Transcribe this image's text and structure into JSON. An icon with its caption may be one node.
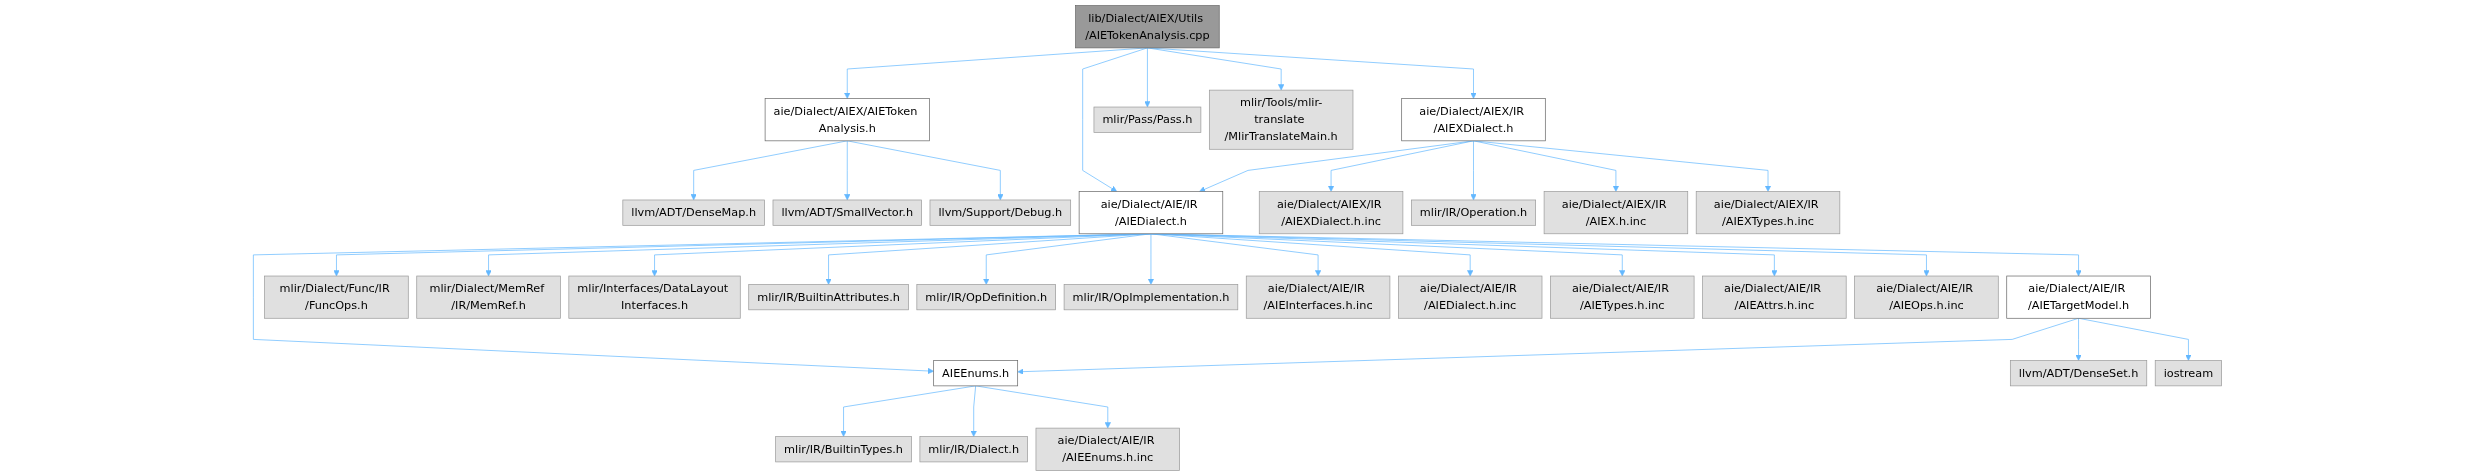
{
  "diagram": {
    "nodes": [
      {
        "text": [
          "lib/Dialect/AIEX/Utils /AIETokenAnalysis.cpp"
        ]
      },
      {
        "text": [
          "aie/Dialect/AIEX/AIEToken Analysis.h"
        ]
      },
      {
        "text": [
          "aie/Dialect/AIEX/IR /AIEXDialect.h"
        ]
      },
      {
        "text": [
          "mlir/Pass/Pass.h"
        ]
      },
      {
        "text": [
          "mlir/Tools/mlir-translate /MlirTranslateMain.h"
        ]
      },
      {
        "text": [
          "llvm/ADT/DenseMap.h"
        ]
      },
      {
        "text": [
          "llvm/ADT/SmallVector.h"
        ]
      },
      {
        "text": [
          "llvm/Support/Debug.h"
        ]
      },
      {
        "text": [
          "aie/Dialect/AIE/IR /AIEDialect.h"
        ]
      },
      {
        "text": [
          "aie/Dialect/AIEX/IR /AIEXDialect.h.inc"
        ]
      },
      {
        "text": [
          "mlir/IR/Operation.h"
        ]
      },
      {
        "text": [
          "aie/Dialect/AIEX/IR /AIEX.h.inc"
        ]
      },
      {
        "text": [
          "aie/Dialect/AIEX/IR /AIEXTypes.h.inc"
        ]
      },
      {
        "text": [
          "aie/Dialect/AIE/IR /AIETargetModel.h"
        ]
      },
      {
        "text": [
          "mlir/Dialect/Func/IR /FuncOps.h"
        ]
      },
      {
        "text": [
          "mlir/Dialect/MemRef /IR/MemRef.h"
        ]
      },
      {
        "text": [
          "mlir/Interfaces/DataLayout Interfaces.h"
        ]
      },
      {
        "text": [
          "mlir/IR/BuiltinAttributes.h"
        ]
      },
      {
        "text": [
          "mlir/IR/OpDefinition.h"
        ]
      },
      {
        "text": [
          "mlir/IR/OpImplementation.h"
        ]
      },
      {
        "text": [
          "aie/Dialect/AIE/IR /AIEInterfaces.h.inc"
        ]
      },
      {
        "text": [
          "aie/Dialect/AIE/IR /AIEDialect.h.inc"
        ]
      },
      {
        "text": [
          "aie/Dialect/AIE/IR /AIETypes.h.inc"
        ]
      },
      {
        "text": [
          "aie/Dialect/AIE/IR /AIEAttrs.h.inc"
        ]
      },
      {
        "text": [
          "aie/Dialect/AIE/IR /AIEOps.h.inc"
        ]
      },
      {
        "text": [
          "AIEEnums.h"
        ]
      },
      {
        "text": [
          "llvm/ADT/DenseSet.h"
        ]
      },
      {
        "text": [
          "iostream"
        ]
      },
      {
        "text": [
          "mlir/IR/BuiltinTypes.h"
        ]
      },
      {
        "text": [
          "mlir/IR/Dialect.h"
        ]
      },
      {
        "text": [
          "aie/Dialect/AIE/IR /AIEEnums.h.inc"
        ]
      }
    ],
    "edges": [
      {
        "from": 0,
        "to": 1,
        "arrow": "to"
      },
      {
        "from": 0,
        "to": 8,
        "arrow": "to"
      },
      {
        "from": 0,
        "to": 2,
        "arrow": "to"
      },
      {
        "from": 0,
        "to": 3,
        "arrow": "to"
      },
      {
        "from": 0,
        "to": 4,
        "arrow": "to"
      },
      {
        "from": 1,
        "to": 5,
        "arrow": "to"
      },
      {
        "from": 1,
        "to": 6,
        "arrow": "to"
      },
      {
        "from": 1,
        "to": 7,
        "arrow": "to"
      },
      {
        "from": 2,
        "to": 8,
        "arrow": "to"
      },
      {
        "from": 2,
        "to": 9,
        "arrow": "to"
      },
      {
        "from": 2,
        "to": 10,
        "arrow": "to"
      },
      {
        "from": 2,
        "to": 11,
        "arrow": "to"
      },
      {
        "from": 2,
        "to": 12,
        "arrow": "to"
      },
      {
        "from": 8,
        "to": 25,
        "arrow": "to"
      },
      {
        "from": 8,
        "to": 13,
        "arrow": "to"
      },
      {
        "from": 8,
        "to": 14,
        "arrow": "to"
      },
      {
        "from": 8,
        "to": 15,
        "arrow": "to"
      },
      {
        "from": 8,
        "to": 16,
        "arrow": "to"
      },
      {
        "from": 8,
        "to": 17,
        "arrow": "to"
      },
      {
        "from": 8,
        "to": 18,
        "arrow": "to"
      },
      {
        "from": 8,
        "to": 19,
        "arrow": "to"
      },
      {
        "from": 8,
        "to": 20,
        "arrow": "to"
      },
      {
        "from": 8,
        "to": 21,
        "arrow": "to"
      },
      {
        "from": 8,
        "to": 22,
        "arrow": "to"
      },
      {
        "from": 8,
        "to": 23,
        "arrow": "to"
      },
      {
        "from": 8,
        "to": 24,
        "arrow": "to"
      },
      {
        "from": 13,
        "to": 25,
        "arrow": "to"
      },
      {
        "from": 13,
        "to": 26,
        "arrow": "to"
      },
      {
        "from": 13,
        "to": 27,
        "arrow": "to"
      },
      {
        "from": 25,
        "to": 28,
        "arrow": "to"
      },
      {
        "from": 25,
        "to": 29,
        "arrow": "to"
      },
      {
        "from": 25,
        "to": 30,
        "arrow": "to"
      }
    ]
  }
}
